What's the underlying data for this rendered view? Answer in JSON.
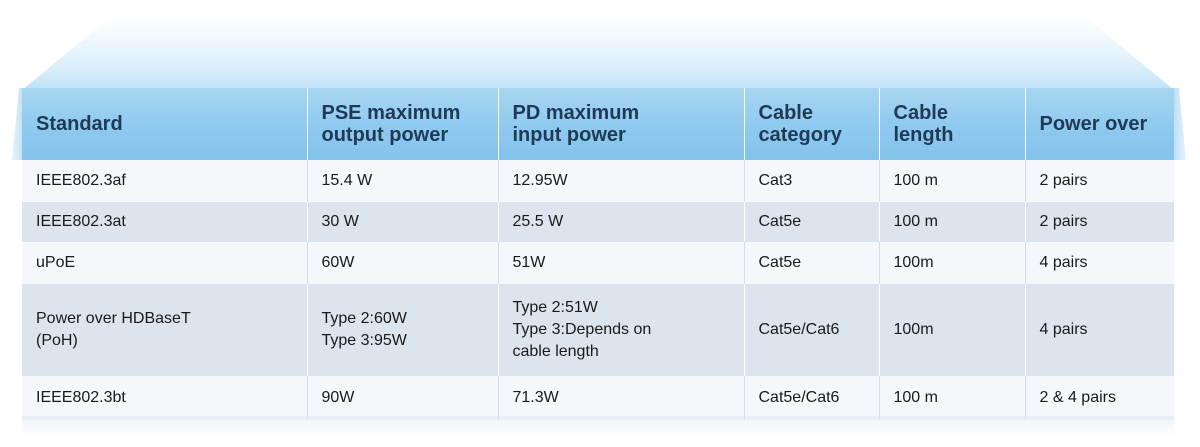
{
  "table": {
    "headers": [
      [
        "Standard"
      ],
      [
        "PSE maximum",
        "output power"
      ],
      [
        "PD maximum",
        "input power"
      ],
      [
        "Cable",
        "category"
      ],
      [
        "Cable",
        "length"
      ],
      [
        "Power over"
      ]
    ],
    "rows": [
      [
        [
          "IEEE802.3af"
        ],
        [
          "15.4 W"
        ],
        [
          "12.95W"
        ],
        [
          "Cat3"
        ],
        [
          "100 m"
        ],
        [
          "2 pairs"
        ]
      ],
      [
        [
          "IEEE802.3at"
        ],
        [
          "30 W"
        ],
        [
          "25.5 W"
        ],
        [
          "Cat5e"
        ],
        [
          "100 m"
        ],
        [
          "2 pairs"
        ]
      ],
      [
        [
          "uPoE"
        ],
        [
          "60W"
        ],
        [
          "51W"
        ],
        [
          "Cat5e"
        ],
        [
          "100m"
        ],
        [
          "4 pairs"
        ]
      ],
      [
        [
          "Power over HDBaseT",
          "(PoH)"
        ],
        [
          "Type 2:60W",
          "Type 3:95W"
        ],
        [
          "Type 2:51W",
          "Type 3:Depends on",
          "cable length"
        ],
        [
          "Cat5e/Cat6"
        ],
        [
          "100m"
        ],
        [
          "4 pairs"
        ]
      ],
      [
        [
          "IEEE802.3bt"
        ],
        [
          "90W"
        ],
        [
          "71.3W"
        ],
        [
          "Cat5e/Cat6"
        ],
        [
          "100 m"
        ],
        [
          "2 & 4 pairs"
        ]
      ]
    ]
  },
  "colors": {
    "header_bg": "#8ec9ef",
    "header_text": "#1f3a55",
    "row_light": "#f5f7fa",
    "row_dark": "#dce4ee"
  }
}
